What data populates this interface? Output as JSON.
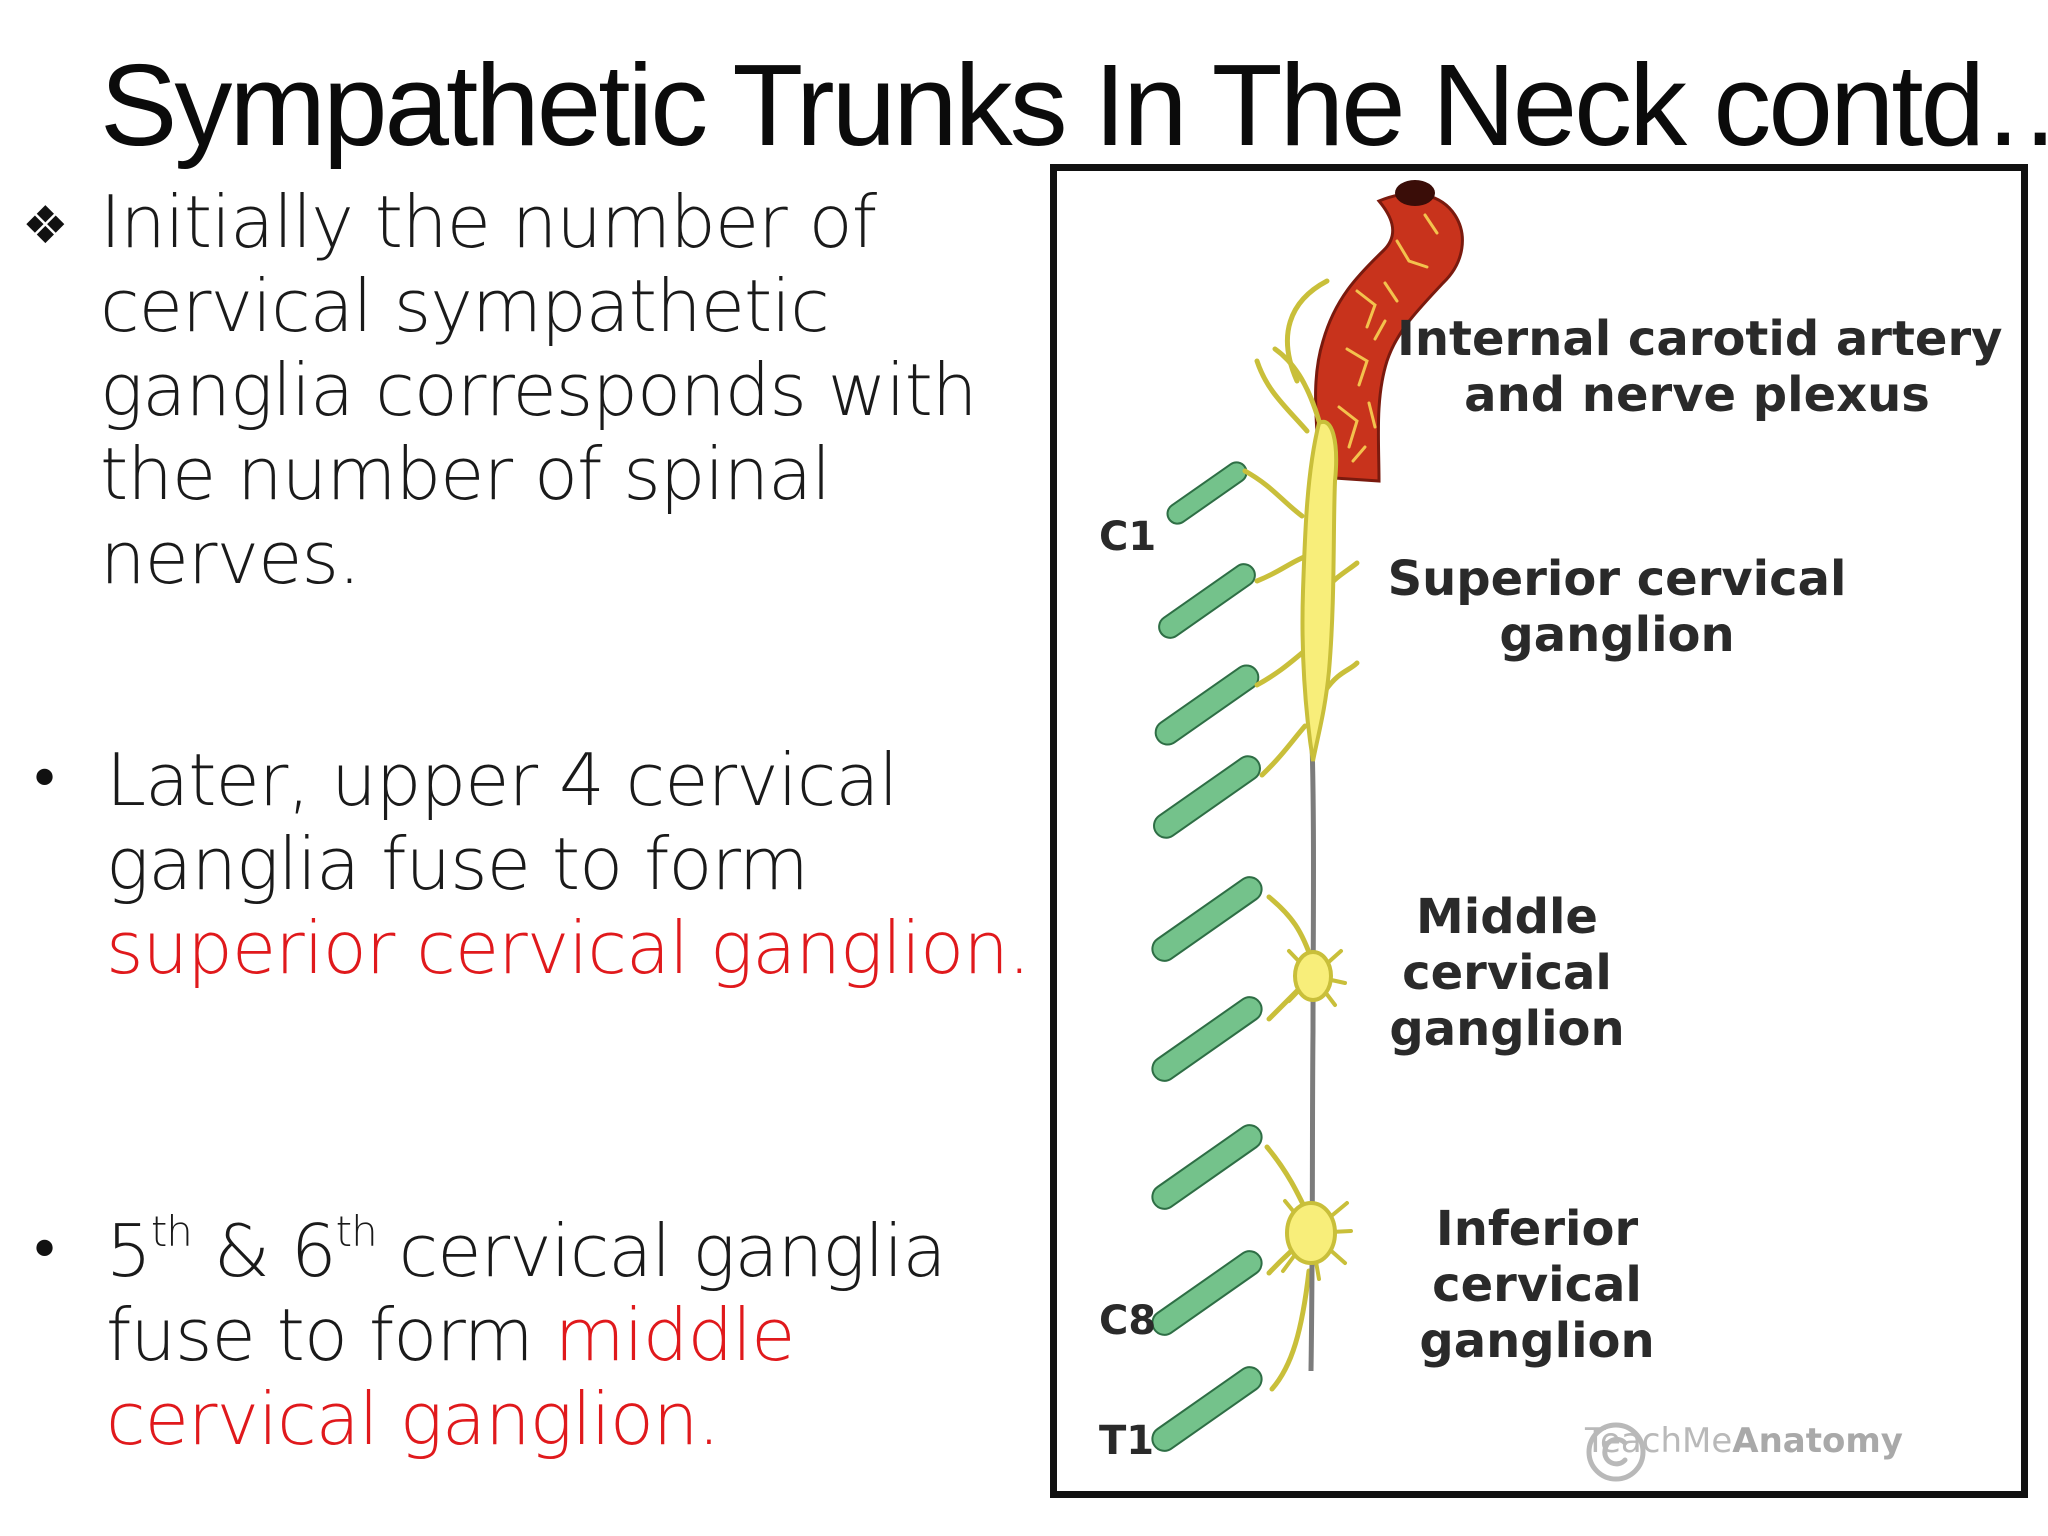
{
  "slide": {
    "title": "Sympathetic Trunks In The Neck contd…"
  },
  "bullets": [
    {
      "marker": "❖",
      "parts": [
        {
          "text": "Initially the number of cervical sympathetic ganglia corresponds with the number of spinal nerves."
        }
      ]
    },
    {
      "marker": "•",
      "parts": [
        {
          "text": "Later, upper 4 cervical ganglia fuse to form "
        },
        {
          "text": "superior cervical ganglion.",
          "highlight": true
        }
      ]
    },
    {
      "marker": "•",
      "parts": [
        {
          "text": "5"
        },
        {
          "text": "th",
          "sup": true
        },
        {
          "text": " & 6"
        },
        {
          "text": "th",
          "sup": true
        },
        {
          "text": " cervical ganglia fuse to form "
        },
        {
          "text": "middle cervical ganglion.",
          "highlight": true
        }
      ]
    }
  ],
  "figure": {
    "labels": {
      "internal_carotid": [
        "Internal carotid artery",
        "and nerve plexus"
      ],
      "superior": [
        "Superior cervical",
        "ganglion"
      ],
      "middle": [
        "Middle",
        "cervical",
        "ganglion"
      ],
      "inferior": [
        "Inferior",
        "cervical",
        "ganglion"
      ]
    },
    "levels": {
      "c1": "C1",
      "c8": "C8",
      "t1": "T1"
    },
    "watermark": {
      "light": "TeachMe",
      "bold": "Anatomy"
    },
    "colors": {
      "artery": "#c8331c",
      "artery_lines": "#f3c24d",
      "ganglion": "#f8ee7a",
      "nerve_root": "#74c28b",
      "highlight_text": "#e0191c"
    }
  }
}
